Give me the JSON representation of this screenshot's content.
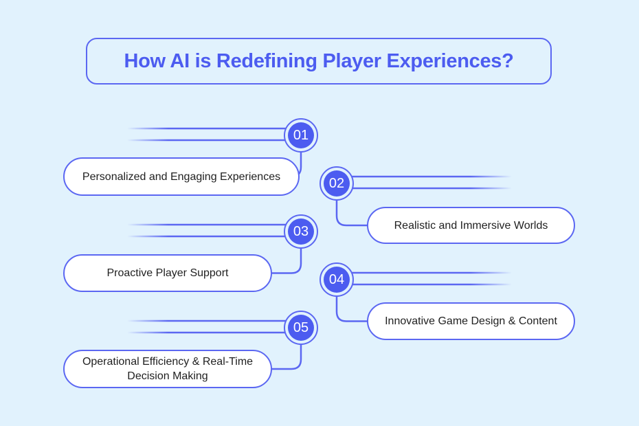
{
  "title": "How AI is Redefining Player Experiences?",
  "colors": {
    "background": "#e1f2fd",
    "accent": "#4c5cf0",
    "outline": "#5b67f2",
    "pill_fill": "#ffffff",
    "text": "#1f1f1f"
  },
  "items": [
    {
      "number": "01",
      "label": "Personalized and Engaging Experiences",
      "side": "left"
    },
    {
      "number": "02",
      "label": "Realistic and Immersive Worlds",
      "side": "right"
    },
    {
      "number": "03",
      "label": "Proactive Player Support",
      "side": "left"
    },
    {
      "number": "04",
      "label": "Innovative Game Design & Content",
      "side": "right"
    },
    {
      "number": "05",
      "label": "Operational Efficiency & Real-Time Decision Making",
      "side": "left"
    }
  ]
}
